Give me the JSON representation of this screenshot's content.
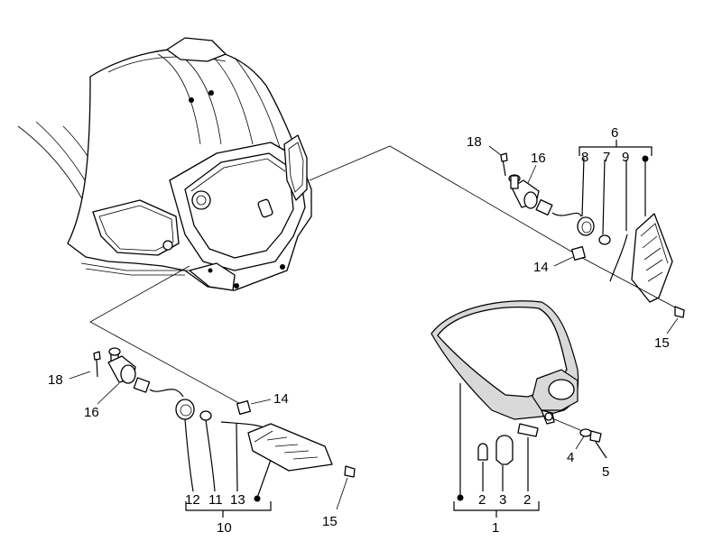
{
  "diagram": {
    "callouts": [
      "1",
      "2",
      "3",
      "4",
      "5",
      "6",
      "7",
      "8",
      "9",
      "10",
      "11",
      "12",
      "13",
      "14",
      "15",
      "16",
      "18"
    ],
    "labels": {
      "left_group": {
        "top_18": "18",
        "top_16": "16",
        "top_14": "14",
        "n12": "12",
        "n11": "11",
        "n13": "13",
        "n10": "10",
        "n15": "15"
      },
      "right_group": {
        "n18": "18",
        "n16": "16",
        "n6": "6",
        "n8": "8",
        "n7": "7",
        "n9": "9",
        "n14": "14",
        "n15": "15"
      },
      "lamp_group": {
        "n2a": "2",
        "n3": "3",
        "n2b": "2",
        "n1": "1",
        "n4": "4",
        "n5": "5"
      }
    }
  }
}
